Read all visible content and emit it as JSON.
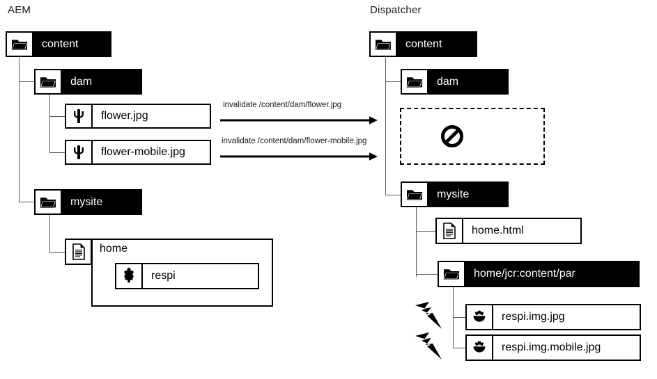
{
  "diagram": {
    "title_left": "AEM",
    "title_right": "Dispatcher",
    "colors": {
      "node_dark_bg": "#000000",
      "node_light_bg": "#ffffff",
      "stroke": "#000000",
      "connector": "#595959",
      "text_light": "#ffffff",
      "text_dark": "#000000"
    }
  },
  "aem": {
    "nodes": {
      "content": {
        "label": "content",
        "icon": "folder-icon",
        "style": "dark"
      },
      "dam": {
        "label": "dam",
        "icon": "folder-icon",
        "style": "dark"
      },
      "flower": {
        "label": "flower.jpg",
        "icon": "cactus-icon",
        "style": "light"
      },
      "flower_mobile": {
        "label": "flower-mobile.jpg",
        "icon": "cactus-icon",
        "style": "light"
      },
      "mysite": {
        "label": "mysite",
        "icon": "folder-icon",
        "style": "dark"
      },
      "home": {
        "label": "home",
        "icon": "document-icon",
        "style": "light"
      },
      "respi": {
        "label": "respi",
        "icon": "puzzle-piece-icon",
        "style": "light"
      }
    }
  },
  "dispatcher": {
    "nodes": {
      "content": {
        "label": "content",
        "icon": "folder-icon",
        "style": "dark"
      },
      "dam": {
        "label": "dam",
        "icon": "folder-icon",
        "style": "dark"
      },
      "empty_dam": {
        "label": "",
        "icon": "prohibited-icon",
        "style": "dashed"
      },
      "mysite": {
        "label": "mysite",
        "icon": "folder-icon",
        "style": "dark"
      },
      "home_html": {
        "label": "home.html",
        "icon": "document-icon",
        "style": "light"
      },
      "par": {
        "label": "home/jcr:content/par",
        "icon": "folder-icon",
        "style": "dark"
      },
      "respi_img": {
        "label": "respi.img.jpg",
        "icon": "flower-icon",
        "style": "light"
      },
      "respi_img_mobile": {
        "label": "respi.img.mobile.jpg",
        "icon": "flower-icon",
        "style": "light"
      }
    },
    "bolts": [
      {
        "name": "lightning-bolt-icon-1"
      },
      {
        "name": "lightning-bolt-icon-2"
      }
    ]
  },
  "arrows": [
    {
      "label": "invalidate /content/dam/flower.jpg"
    },
    {
      "label": "invalidate /content/dam/flower-mobile.jpg"
    }
  ]
}
